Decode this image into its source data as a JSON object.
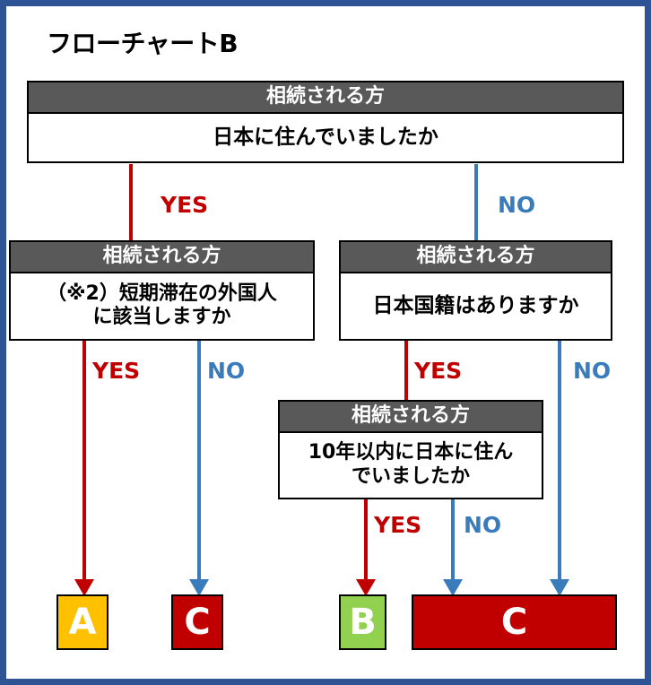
{
  "chart_data": {
    "type": "diagram",
    "title": "フローチャートB",
    "nodes": [
      {
        "id": "q1",
        "header": "相続される方",
        "text": "日本に住んでいましたか"
      },
      {
        "id": "q2",
        "header": "相続される方",
        "text": "（※2）短期滞在の外国人に該当しますか"
      },
      {
        "id": "q3",
        "header": "相続される方",
        "text": "日本国籍はありますか"
      },
      {
        "id": "q4",
        "header": "相続される方",
        "text": "10年以内に日本に住んでいましたか"
      },
      {
        "id": "r1",
        "label": "A",
        "color": "#FFC000"
      },
      {
        "id": "r2",
        "label": "C",
        "color": "#C00000"
      },
      {
        "id": "r3",
        "label": "B",
        "color": "#92D050"
      },
      {
        "id": "r4",
        "label": "C",
        "color": "#C00000"
      }
    ],
    "edges": [
      {
        "from": "q1",
        "to": "q2",
        "label": "YES",
        "color": "#C00000"
      },
      {
        "from": "q1",
        "to": "q3",
        "label": "NO",
        "color": "#3A7CBB"
      },
      {
        "from": "q2",
        "to": "r1",
        "label": "YES",
        "color": "#C00000"
      },
      {
        "from": "q2",
        "to": "r2",
        "label": "NO",
        "color": "#3A7CBB"
      },
      {
        "from": "q3",
        "to": "q4",
        "label": "YES",
        "color": "#C00000"
      },
      {
        "from": "q3",
        "to": "r4",
        "label": "NO",
        "color": "#3A7CBB"
      },
      {
        "from": "q4",
        "to": "r3",
        "label": "YES",
        "color": "#C00000"
      },
      {
        "from": "q4",
        "to": "r4",
        "label": "NO",
        "color": "#3A7CBB"
      }
    ]
  },
  "page": {
    "title": "フローチャートB",
    "border_color": "#2F5496",
    "header_fill": "#595959",
    "yes_color": "#C00000",
    "no_color": "#3A7CBB"
  },
  "boxes": {
    "q1": {
      "header": "相続される方",
      "text": "日本に住んでいましたか"
    },
    "q2": {
      "header": "相続される方",
      "line1": "（※2）短期滞在の外国人",
      "line2": "に該当しますか"
    },
    "q3": {
      "header": "相続される方",
      "text": "日本国籍はありますか"
    },
    "q4": {
      "header": "相続される方",
      "line1": "10年以内に日本に住ん",
      "line2": "でいましたか"
    }
  },
  "results": {
    "a": "A",
    "c_left": "C",
    "b": "B",
    "c_right": "C"
  },
  "labels": {
    "yes1": "YES",
    "no1": "NO",
    "yes2": "YES",
    "no2": "NO",
    "yes3": "YES",
    "no3": "NO",
    "yes4": "YES",
    "no4": "NO"
  }
}
